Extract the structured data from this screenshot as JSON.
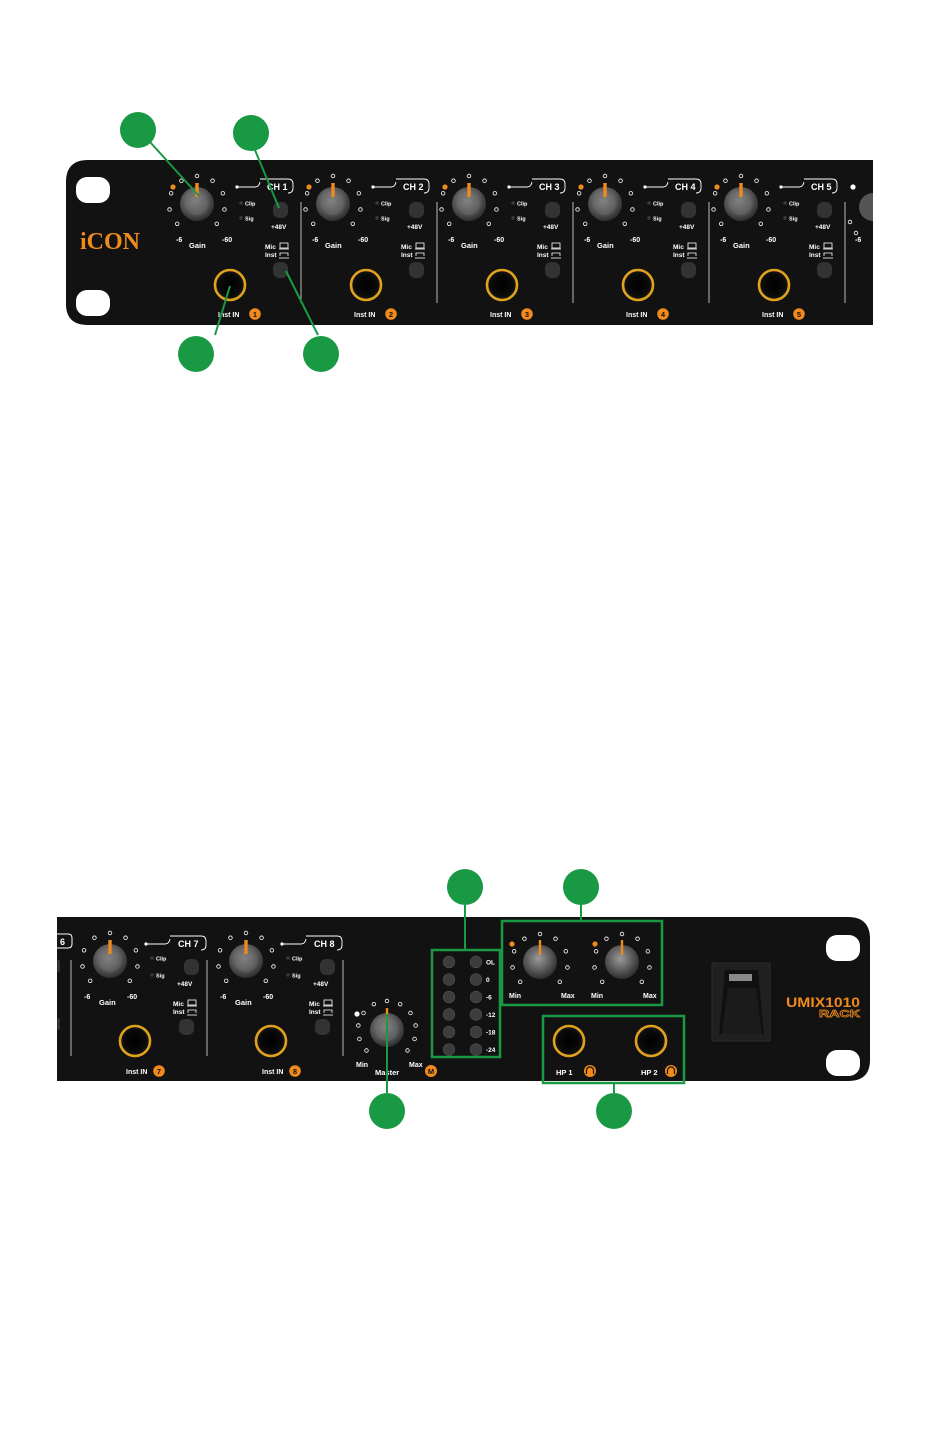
{
  "colors": {
    "panel": "#121212",
    "accent": "#f08a1d",
    "jack_ring": "#e0a21c",
    "callout": "#1a9944",
    "text": "#ffffff",
    "led_off": "#3a3a3a"
  },
  "top_panel": {
    "brand": "iCON",
    "channels": [
      {
        "label": "CH 1",
        "inst_label": "Inst IN",
        "num": "1"
      },
      {
        "label": "CH 2",
        "inst_label": "Inst IN",
        "num": "2"
      },
      {
        "label": "CH 3",
        "inst_label": "Inst IN",
        "num": "3"
      },
      {
        "label": "CH 4",
        "inst_label": "Inst IN",
        "num": "4"
      },
      {
        "label": "CH 5",
        "inst_label": "Inst IN",
        "num": "5"
      }
    ],
    "gain_label": "Gain",
    "gain_min": "-6",
    "gain_max": "-60",
    "clip_label": "Clip",
    "sig_label": "Sig",
    "phantom_label": "+48V",
    "mic_label": "Mic",
    "inst_label": "Inst"
  },
  "bottom_panel": {
    "ch6_fragment": "6",
    "channels": [
      {
        "label": "CH 7",
        "inst_label": "Inst IN",
        "num": "7"
      },
      {
        "label": "CH 8",
        "inst_label": "Inst IN",
        "num": "8"
      }
    ],
    "master_label": "Master",
    "master_badge": "M",
    "min_label": "Min",
    "max_label": "Max",
    "meter_labels": [
      "OL",
      "0",
      "-6",
      "-12",
      "-18",
      "-24"
    ],
    "hp1_label": "HP 1",
    "hp2_label": "HP 2",
    "model_name": "UMIX1010",
    "model_sub": "RACK"
  }
}
